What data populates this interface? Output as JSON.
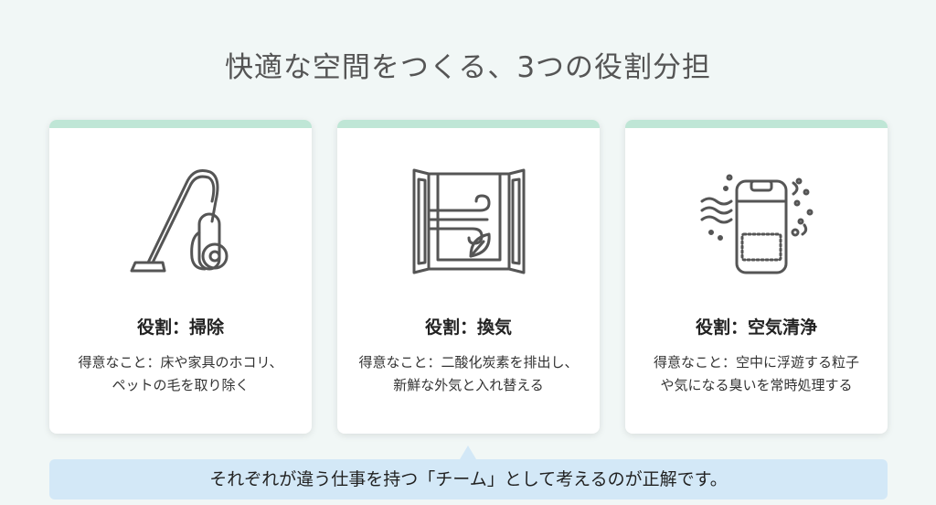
{
  "title": "快適な空間をつくる、3つの役割分担",
  "colors": {
    "background": "#f1f7f6",
    "card_accent": "#bfe6d6",
    "banner": "#d3e8f7"
  },
  "cards": [
    {
      "icon": "vacuum-cleaner-icon",
      "role": "役割：掃除",
      "desc_line1": "得意なこと：床や家具のホコリ、",
      "desc_line2": "ペットの毛を取り除く"
    },
    {
      "icon": "open-window-ventilation-icon",
      "role": "役割：換気",
      "desc_line1": "得意なこと：二酸化炭素を排出し、",
      "desc_line2": "新鮮な外気と入れ替える"
    },
    {
      "icon": "air-purifier-icon",
      "role": "役割：空気清浄",
      "desc_line1": "得意なこと：空中に浮遊する粒子",
      "desc_line2": "や気になる臭いを常時処理する"
    }
  ],
  "banner": {
    "text": "それぞれが違う仕事を持つ「チーム」として考えるのが正解です。"
  }
}
